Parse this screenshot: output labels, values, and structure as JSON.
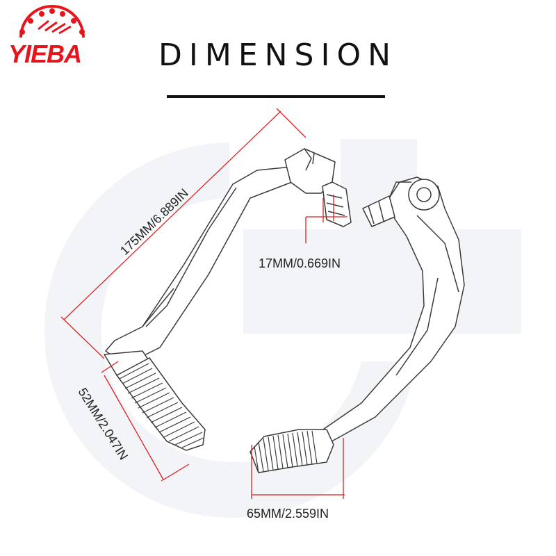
{
  "brand": {
    "name": "YIEBA",
    "color": "#e8141b"
  },
  "title": "DIMENSION",
  "dimensions": {
    "length": "175MM/6.889IN",
    "bar_diameter": "17MM/0.669IN",
    "left_grip": "52MM/2.047IN",
    "right_grip": "65MM/2.559IN"
  },
  "colors": {
    "dimension_line": "#e02020",
    "outline": "#3a3a3a",
    "watermark": "#f2f4f7"
  }
}
